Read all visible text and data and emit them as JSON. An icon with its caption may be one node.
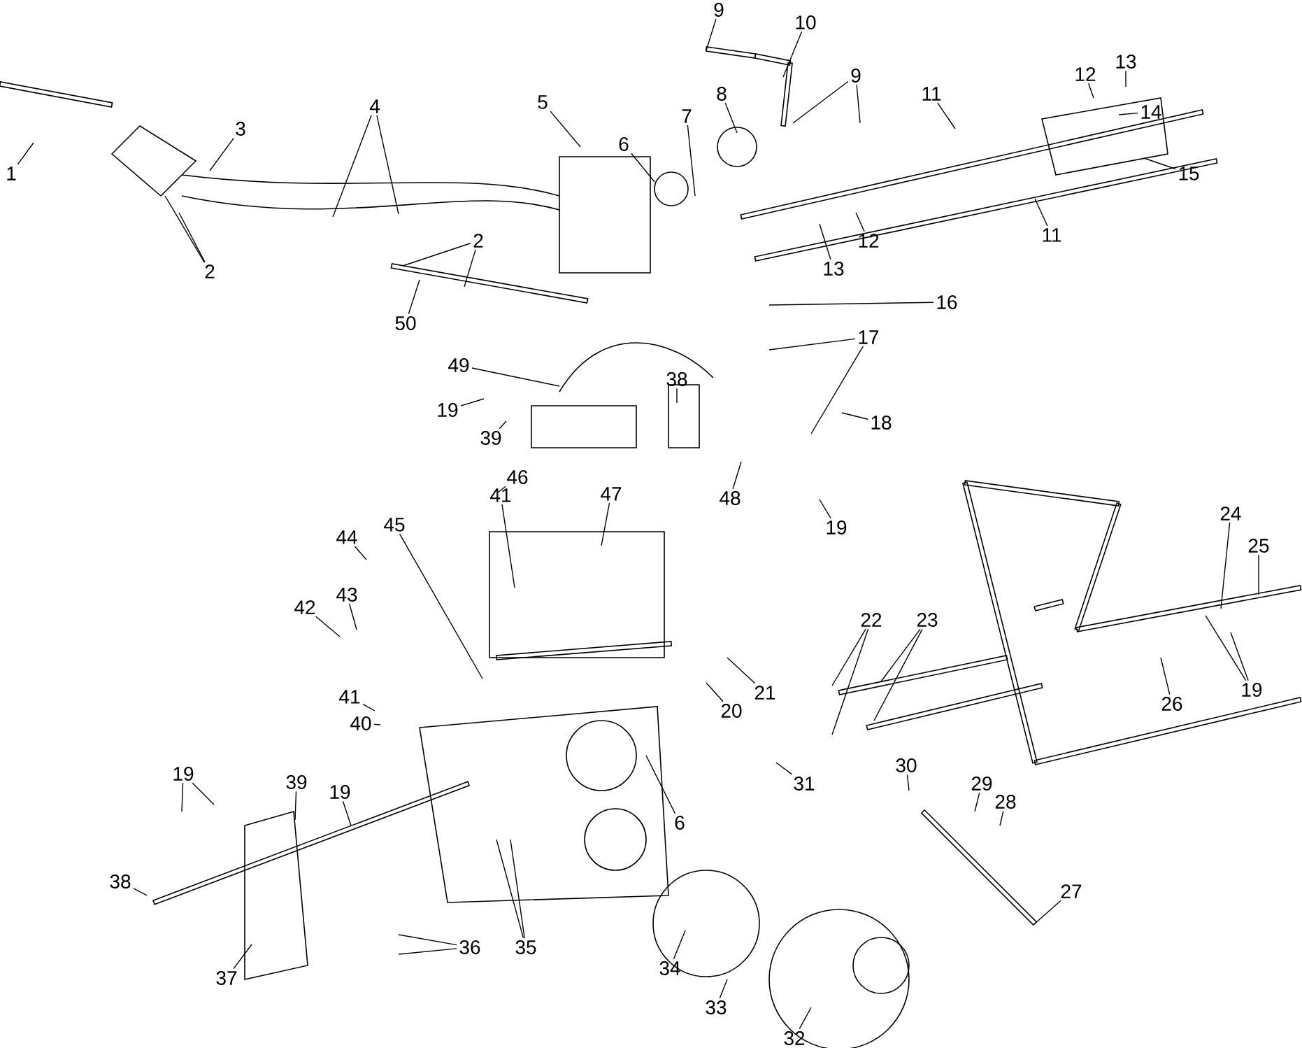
{
  "diagram": {
    "nodes": [
      {
        "text": [
          "1"
        ]
      },
      {
        "text": [
          "2"
        ]
      },
      {
        "text": [
          "3"
        ]
      },
      {
        "text": [
          "4"
        ]
      },
      {
        "text": [
          "5"
        ]
      },
      {
        "text": [
          "6"
        ]
      },
      {
        "text": [
          "7"
        ]
      },
      {
        "text": [
          "8"
        ]
      },
      {
        "text": [
          "9"
        ]
      },
      {
        "text": [
          "10"
        ]
      },
      {
        "text": [
          "9"
        ]
      },
      {
        "text": [
          "11"
        ]
      },
      {
        "text": [
          "12"
        ]
      },
      {
        "text": [
          "13"
        ]
      },
      {
        "text": [
          "14"
        ]
      },
      {
        "text": [
          "15"
        ]
      },
      {
        "text": [
          "2"
        ]
      },
      {
        "text": [
          "50"
        ]
      },
      {
        "text": [
          "13"
        ]
      },
      {
        "text": [
          "12"
        ]
      },
      {
        "text": [
          "11"
        ]
      },
      {
        "text": [
          "49"
        ]
      },
      {
        "text": [
          "16"
        ]
      },
      {
        "text": [
          "19"
        ]
      },
      {
        "text": [
          "39"
        ]
      },
      {
        "text": [
          "38"
        ]
      },
      {
        "text": [
          "17"
        ]
      },
      {
        "text": [
          "18"
        ]
      },
      {
        "text": [
          "48"
        ]
      },
      {
        "text": [
          "19"
        ]
      },
      {
        "text": [
          "46"
        ]
      },
      {
        "text": [
          "41"
        ]
      },
      {
        "text": [
          "47"
        ]
      },
      {
        "text": [
          "44"
        ]
      },
      {
        "text": [
          "45"
        ]
      },
      {
        "text": [
          "43"
        ]
      },
      {
        "text": [
          "42"
        ]
      },
      {
        "text": [
          "41"
        ]
      },
      {
        "text": [
          "40"
        ]
      },
      {
        "text": [
          "24"
        ]
      },
      {
        "text": [
          "25"
        ]
      },
      {
        "text": [
          "22"
        ]
      },
      {
        "text": [
          "23"
        ]
      },
      {
        "text": [
          "21"
        ]
      },
      {
        "text": [
          "20"
        ]
      },
      {
        "text": [
          "26"
        ]
      },
      {
        "text": [
          "19"
        ]
      },
      {
        "text": [
          "30"
        ]
      },
      {
        "text": [
          "29"
        ]
      },
      {
        "text": [
          "28"
        ]
      },
      {
        "text": [
          "27"
        ]
      },
      {
        "text": [
          "31"
        ]
      },
      {
        "text": [
          "6"
        ]
      },
      {
        "text": [
          "19"
        ]
      },
      {
        "text": [
          "39"
        ]
      },
      {
        "text": [
          "19"
        ]
      },
      {
        "text": [
          "38"
        ]
      },
      {
        "text": [
          "36"
        ]
      },
      {
        "text": [
          "35"
        ]
      },
      {
        "text": [
          "37"
        ]
      },
      {
        "text": [
          "34"
        ]
      },
      {
        "text": [
          "33"
        ]
      },
      {
        "text": [
          "32"
        ]
      }
    ],
    "edges": [
      {
        "from": 0,
        "to": null,
        "arrow": "none"
      },
      {
        "from": 1,
        "to": null,
        "arrow": "none"
      },
      {
        "from": 1,
        "to": null,
        "arrow": "none"
      },
      {
        "from": 2,
        "to": null,
        "arrow": "none"
      },
      {
        "from": 3,
        "to": null,
        "arrow": "none"
      },
      {
        "from": 3,
        "to": null,
        "arrow": "none"
      },
      {
        "from": 4,
        "to": null,
        "arrow": "none"
      },
      {
        "from": 5,
        "to": null,
        "arrow": "none"
      },
      {
        "from": 6,
        "to": null,
        "arrow": "none"
      },
      {
        "from": 7,
        "to": null,
        "arrow": "none"
      },
      {
        "from": 8,
        "to": null,
        "arrow": "none"
      },
      {
        "from": 9,
        "to": null,
        "arrow": "none"
      },
      {
        "from": 10,
        "to": null,
        "arrow": "none"
      },
      {
        "from": 10,
        "to": null,
        "arrow": "none"
      },
      {
        "from": 11,
        "to": null,
        "arrow": "none"
      },
      {
        "from": 12,
        "to": null,
        "arrow": "none"
      },
      {
        "from": 13,
        "to": null,
        "arrow": "none"
      },
      {
        "from": 14,
        "to": null,
        "arrow": "none"
      },
      {
        "from": 15,
        "to": null,
        "arrow": "none"
      },
      {
        "from": 16,
        "to": null,
        "arrow": "none"
      },
      {
        "from": 16,
        "to": null,
        "arrow": "none"
      },
      {
        "from": 17,
        "to": null,
        "arrow": "none"
      },
      {
        "from": 18,
        "to": null,
        "arrow": "none"
      },
      {
        "from": 19,
        "to": null,
        "arrow": "none"
      },
      {
        "from": 20,
        "to": null,
        "arrow": "none"
      },
      {
        "from": 21,
        "to": null,
        "arrow": "none"
      },
      {
        "from": 22,
        "to": null,
        "arrow": "none"
      },
      {
        "from": 23,
        "to": null,
        "arrow": "none"
      },
      {
        "from": 24,
        "to": null,
        "arrow": "none"
      },
      {
        "from": 25,
        "to": null,
        "arrow": "none"
      },
      {
        "from": 26,
        "to": null,
        "arrow": "none"
      },
      {
        "from": 26,
        "to": null,
        "arrow": "none"
      },
      {
        "from": 27,
        "to": null,
        "arrow": "none"
      },
      {
        "from": 28,
        "to": null,
        "arrow": "none"
      },
      {
        "from": 29,
        "to": null,
        "arrow": "none"
      },
      {
        "from": 30,
        "to": null,
        "arrow": "none"
      },
      {
        "from": 31,
        "to": null,
        "arrow": "none"
      },
      {
        "from": 32,
        "to": null,
        "arrow": "none"
      },
      {
        "from": 33,
        "to": null,
        "arrow": "none"
      },
      {
        "from": 34,
        "to": null,
        "arrow": "none"
      },
      {
        "from": 35,
        "to": null,
        "arrow": "none"
      },
      {
        "from": 36,
        "to": null,
        "arrow": "none"
      },
      {
        "from": 37,
        "to": null,
        "arrow": "none"
      },
      {
        "from": 38,
        "to": null,
        "arrow": "none"
      },
      {
        "from": 39,
        "to": null,
        "arrow": "none"
      },
      {
        "from": 40,
        "to": null,
        "arrow": "none"
      },
      {
        "from": 41,
        "to": null,
        "arrow": "none"
      },
      {
        "from": 41,
        "to": null,
        "arrow": "none"
      },
      {
        "from": 42,
        "to": null,
        "arrow": "none"
      },
      {
        "from": 42,
        "to": null,
        "arrow": "none"
      },
      {
        "from": 43,
        "to": null,
        "arrow": "none"
      },
      {
        "from": 44,
        "to": null,
        "arrow": "none"
      },
      {
        "from": 45,
        "to": null,
        "arrow": "none"
      },
      {
        "from": 46,
        "to": null,
        "arrow": "none"
      },
      {
        "from": 46,
        "to": null,
        "arrow": "none"
      },
      {
        "from": 47,
        "to": null,
        "arrow": "none"
      },
      {
        "from": 48,
        "to": null,
        "arrow": "none"
      },
      {
        "from": 49,
        "to": null,
        "arrow": "none"
      },
      {
        "from": 50,
        "to": null,
        "arrow": "none"
      },
      {
        "from": 51,
        "to": null,
        "arrow": "none"
      },
      {
        "from": 52,
        "to": null,
        "arrow": "none"
      },
      {
        "from": 53,
        "to": null,
        "arrow": "none"
      },
      {
        "from": 53,
        "to": null,
        "arrow": "none"
      },
      {
        "from": 54,
        "to": null,
        "arrow": "none"
      },
      {
        "from": 55,
        "to": null,
        "arrow": "none"
      },
      {
        "from": 56,
        "to": null,
        "arrow": "none"
      },
      {
        "from": 57,
        "to": null,
        "arrow": "none"
      },
      {
        "from": 57,
        "to": null,
        "arrow": "none"
      },
      {
        "from": 58,
        "to": null,
        "arrow": "none"
      },
      {
        "from": 58,
        "to": null,
        "arrow": "none"
      },
      {
        "from": 59,
        "to": null,
        "arrow": "none"
      },
      {
        "from": 60,
        "to": null,
        "arrow": "none"
      },
      {
        "from": 61,
        "to": null,
        "arrow": "none"
      },
      {
        "from": 62,
        "to": null,
        "arrow": "none"
      }
    ]
  }
}
